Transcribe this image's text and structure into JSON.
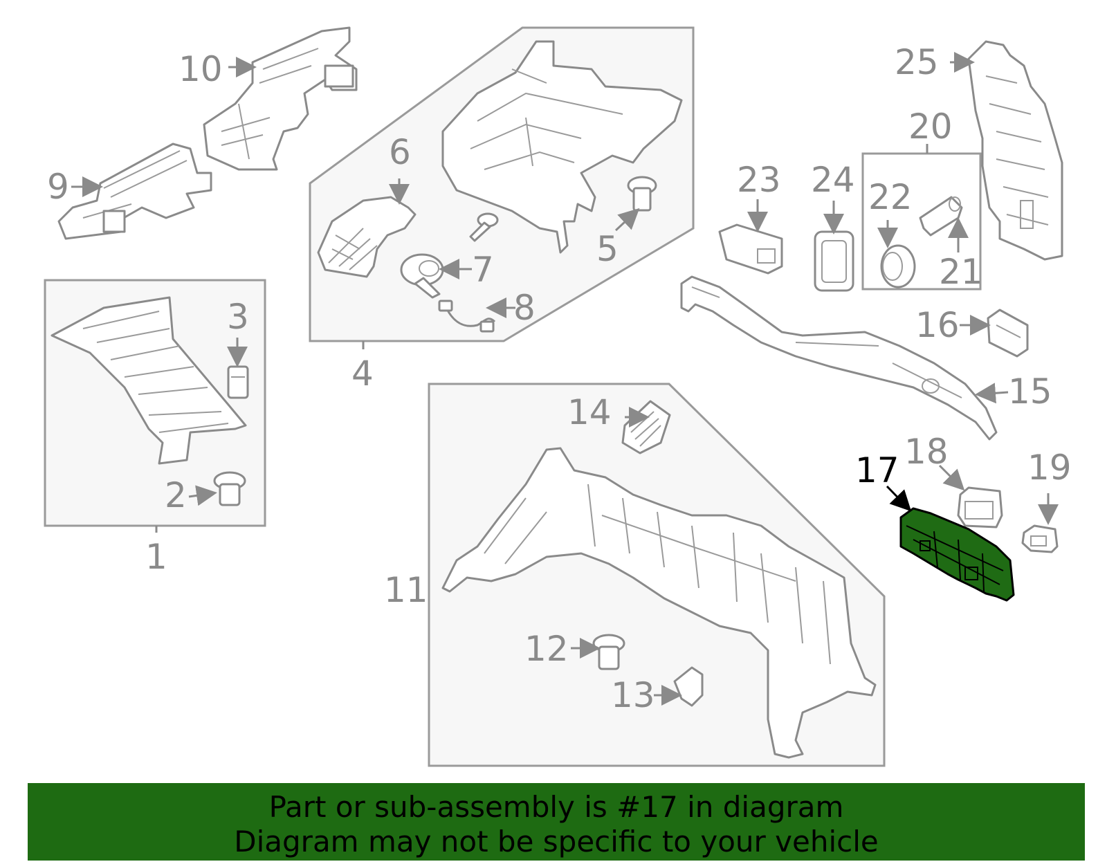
{
  "highlight_color": "#1e6b12",
  "selected_part": "17",
  "callouts": [
    "1",
    "2",
    "3",
    "4",
    "5",
    "6",
    "7",
    "8",
    "9",
    "10",
    "11",
    "12",
    "13",
    "14",
    "15",
    "16",
    "17",
    "18",
    "19",
    "20",
    "21",
    "22",
    "23",
    "24",
    "25"
  ],
  "banner": {
    "line1": "Part or sub-assembly is #17 in diagram",
    "line2": "Diagram may not be specific to your vehicle"
  }
}
